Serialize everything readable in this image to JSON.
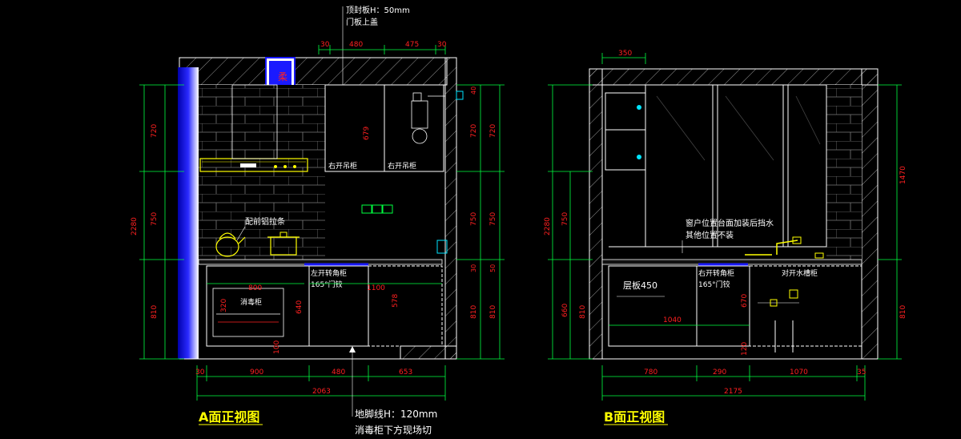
{
  "colors": {
    "background": "#000000",
    "wall_outline": "#ffffff",
    "dimension": "#00ff40",
    "dimension_text": "#ff2020",
    "annotation": "#ffffff",
    "title": "#ffff00",
    "hardware": "#ffff00",
    "accent_blue": "#1a1aff",
    "accent_cyan": "#00e5ff"
  },
  "view_a": {
    "title": "A面正视图",
    "top_note_1": "顶封板H：50mm",
    "top_note_2": "门板上盖",
    "top_dims": [
      "30",
      "480",
      "475",
      "30"
    ],
    "wall_cabinet_left": "右开吊柜",
    "wall_cabinet_right": "右开吊柜",
    "rail_label": "配前铝拉条",
    "corner_cabinet_1": "左开转角柜",
    "corner_cabinet_2": "165°门铰",
    "sterilizer_label": "消毒柜",
    "inner_dims": [
      "800",
      "1100",
      "679",
      "320",
      "640",
      "578",
      "100"
    ],
    "left_dims": [
      "720",
      "750",
      "810"
    ],
    "left_total": "2280",
    "right_dims": [
      "720",
      "750",
      "810",
      "40",
      "30",
      "50"
    ],
    "bottom_dims": [
      "30",
      "900",
      "480",
      "653"
    ],
    "bottom_total": "2063",
    "fridge_mark": "柔",
    "plinth_note_1": "地脚线H：120mm",
    "plinth_note_2": "消毒柜下方现场切"
  },
  "view_b": {
    "title": "B面正视图",
    "top_dim": "350",
    "window_note_1": "窗户位置台面加装后挡水",
    "window_note_2": "其他位置不装",
    "shelf_label": "层板450",
    "corner_cabinet_1": "右开转角柜",
    "corner_cabinet_2": "165°门铰",
    "sink_cabinet": "对开水槽柜",
    "inner_dims": [
      "1040",
      "670",
      "120"
    ],
    "left_dims": [
      "750",
      "810",
      "660"
    ],
    "left_total": "2280",
    "right_dim": "1470",
    "right_bottom": "810",
    "bottom_dims": [
      "780",
      "290",
      "1070",
      "35"
    ],
    "bottom_total": "2175"
  }
}
